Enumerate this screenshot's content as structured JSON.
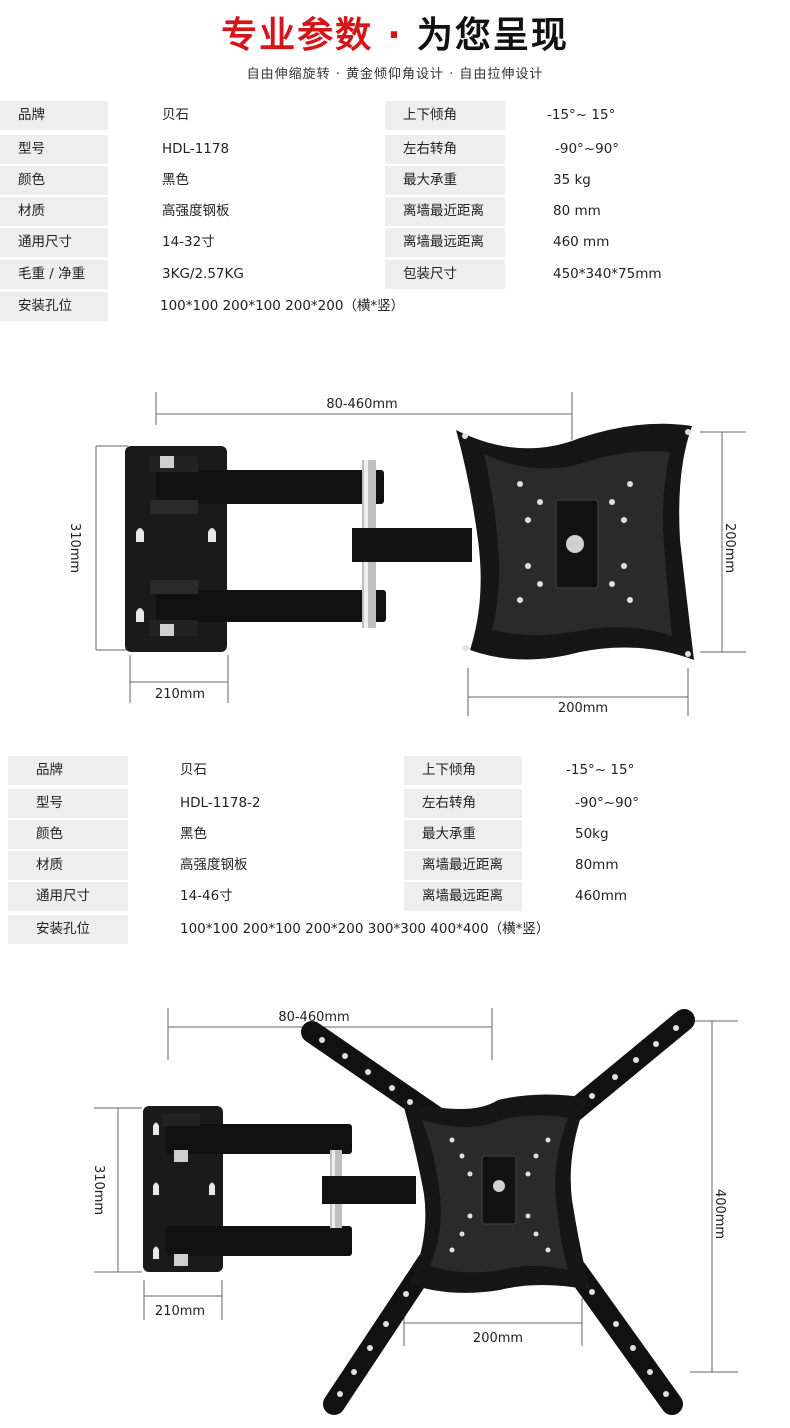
{
  "header": {
    "title_red": "专业参数",
    "title_dot": "·",
    "title_black": "为您呈现",
    "subtitle": "自由伸缩旋转 · 黄金倾仰角设计 · 自由拉伸设计"
  },
  "spec1": {
    "left": [
      {
        "label": "品牌",
        "value": "贝石"
      },
      {
        "label": "型号",
        "value": "HDL-1178"
      },
      {
        "label": "颜色",
        "value": "黑色"
      },
      {
        "label": "材质",
        "value": "高强度钢板"
      },
      {
        "label": "通用尺寸",
        "value": "14-32寸"
      },
      {
        "label": "毛重 / 净重",
        "value": "3KG/2.57KG"
      },
      {
        "label": "安装孔位",
        "value": "100*100   200*100   200*200（横*竖）"
      }
    ],
    "right": [
      {
        "label": "上下倾角",
        "value": "-15°~ 15°"
      },
      {
        "label": "左右转角",
        "value": "-90°~90°"
      },
      {
        "label": "最大承重",
        "value": "35 kg"
      },
      {
        "label": "离墙最近距离",
        "value": "80 mm"
      },
      {
        "label": "离墙最远距离",
        "value": "460 mm"
      },
      {
        "label": "包装尺寸",
        "value": "450*340*75mm"
      }
    ]
  },
  "diagram1": {
    "dim_top": "80-460mm",
    "dim_left": "310mm",
    "dim_bottom_left": "210mm",
    "dim_right": "200mm",
    "dim_bottom_right": "200mm"
  },
  "spec2": {
    "left": [
      {
        "label": "品牌",
        "value": "贝石"
      },
      {
        "label": "型号",
        "value": "HDL-1178-2"
      },
      {
        "label": "颜色",
        "value": "黑色"
      },
      {
        "label": "材质",
        "value": "高强度钢板"
      },
      {
        "label": "通用尺寸",
        "value": "14-46寸"
      },
      {
        "label": "安装孔位",
        "value": "100*100   200*100   200*200   300*300   400*400（横*竖）"
      }
    ],
    "right": [
      {
        "label": "上下倾角",
        "value": "-15°~ 15°"
      },
      {
        "label": "左右转角",
        "value": "-90°~90°"
      },
      {
        "label": "最大承重",
        "value": "50kg"
      },
      {
        "label": "离墙最近距离",
        "value": "80mm"
      },
      {
        "label": "离墙最远距离",
        "value": "460mm"
      }
    ]
  },
  "diagram2": {
    "dim_top": "80-460mm",
    "dim_left": "310mm",
    "dim_bottom_left": "210mm",
    "dim_right": "400mm",
    "dim_bottom_right": "200mm"
  }
}
